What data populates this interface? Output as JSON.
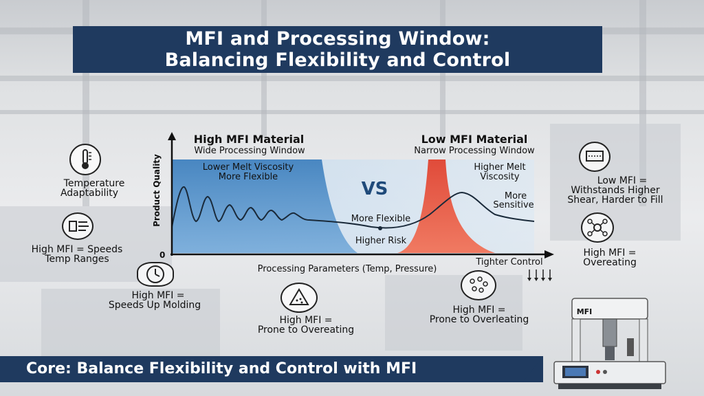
{
  "title": {
    "line1": "MFI and Processing Window:",
    "line2": "Balancing Flexibility and Control"
  },
  "chart": {
    "y_axis_label": "Product Quality",
    "x_axis_label": "Processing Parameters (Temp, Pressure)",
    "origin_label": "0",
    "left_header": "High MFI Material",
    "left_subheader": "Wide Processing Window",
    "left_note_1": "Lower Melt Viscosity",
    "left_note_2": "More Flexible",
    "vs": "VS",
    "right_header": "Low MFI Material",
    "right_subheader": "Narrow Processing Window",
    "right_note_1": "Higher Melt",
    "right_note_2": "Viscosity",
    "right_note_3": "More",
    "right_note_4": "Sensitive",
    "mid_note": "More Flexible",
    "risk_note": "Higher Risk",
    "control_note": "Tighter Control",
    "colors": {
      "wide_window": "#3d7fbd",
      "narrow_window": "#e04b3a",
      "curve": "#1a2a3a"
    }
  },
  "callouts": {
    "temp_1": "Temperature",
    "temp_2": "Adaptability",
    "speeds_1": "High MFI = Speeds",
    "speeds_2": "Temp Ranges",
    "molding_1": "High MFI =",
    "molding_2": "Speeds Up Molding",
    "prone_1": "High MFI =",
    "prone_2": "Prone to Overeating",
    "overleat_1": "High MFI =",
    "overleat_2": "Prone to Overleating",
    "lowmfi_1": "Low MFI =",
    "lowmfi_2": "Withstands Higher",
    "lowmfi_3": "Shear, Harder to Fill",
    "overeat_1": "High MFI =",
    "overeat_2": "Overeating"
  },
  "icons": [
    "thermometer-icon",
    "speed-lines-icon",
    "clock-icon",
    "warning-heat-icon",
    "particles-icon",
    "flow-chart-icon",
    "network-icon",
    "arrows-down-icon"
  ],
  "machine_label": "MFI",
  "footer": "Core: Balance Flexibility and Control with MFI"
}
